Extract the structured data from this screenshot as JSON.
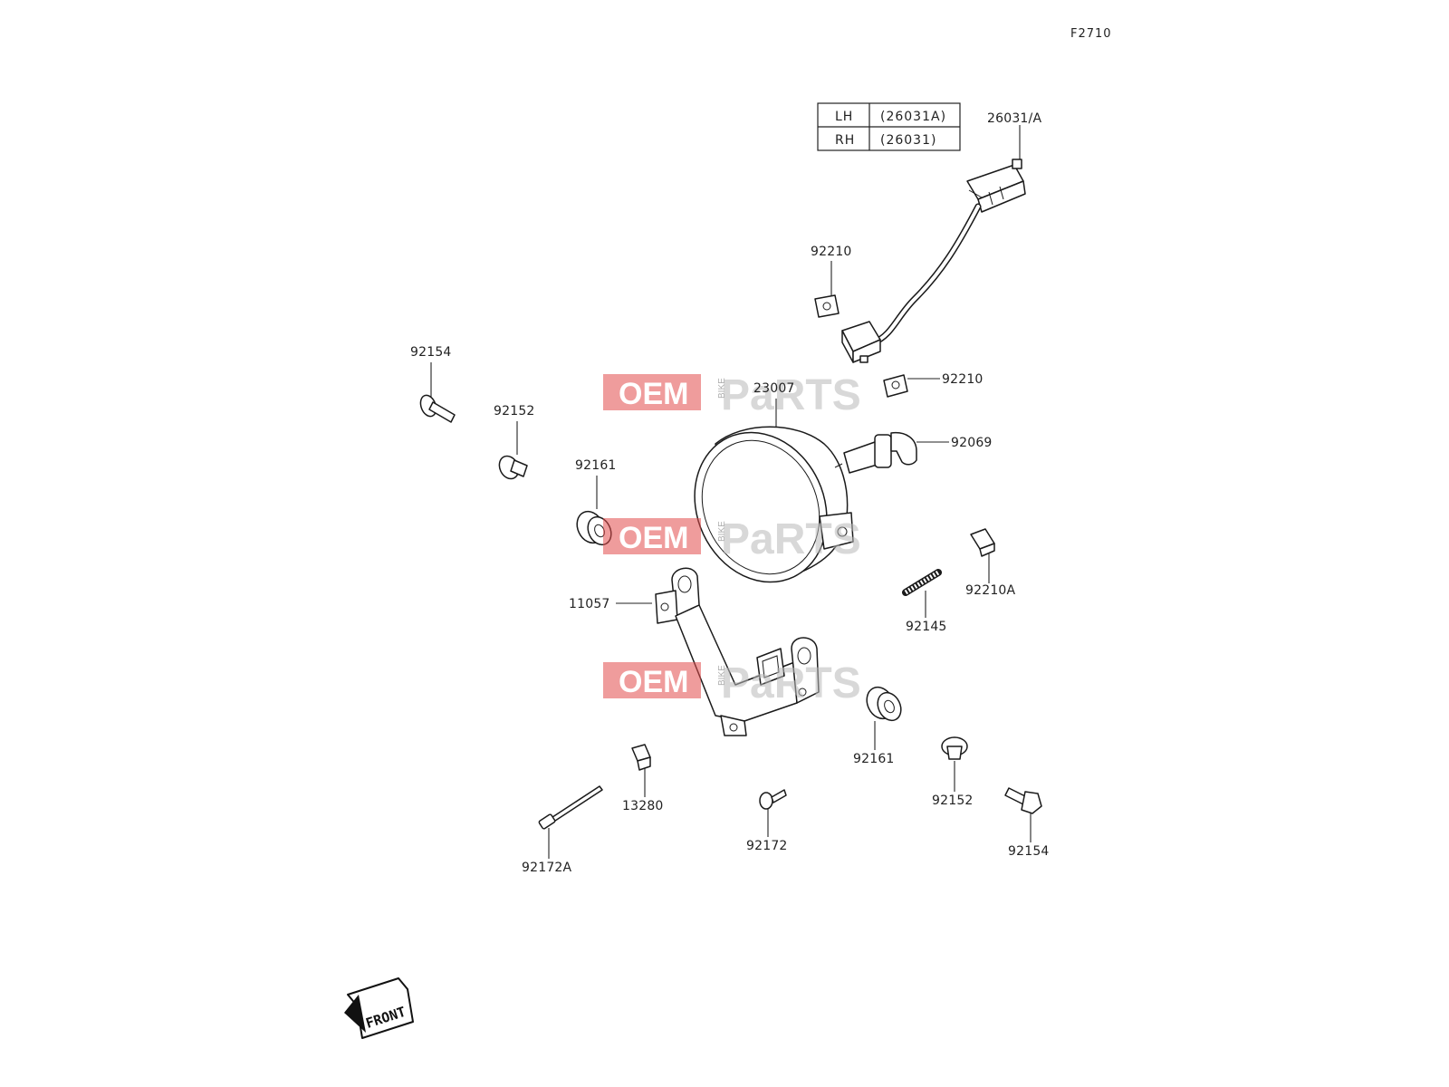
{
  "figure_id": "F2710",
  "table": {
    "rows": [
      {
        "side": "LH",
        "code": "(26031A)"
      },
      {
        "side": "RH",
        "code": "(26031)"
      }
    ]
  },
  "labels": {
    "harness": "26031/A",
    "clip_upper": "92210",
    "clip_mid": "92210",
    "lamp": "23007",
    "bulb": "92069",
    "bolt_left": "92154",
    "collar_left": "92152",
    "grommet_upper": "92161",
    "bracket": "11057",
    "clip_a": "92210A",
    "spring": "92145",
    "grommet_lower": "92161",
    "collar_right": "92152",
    "bolt_right": "92154",
    "nut": "13280",
    "screw_long": "92172A",
    "screw_short": "92172"
  },
  "watermark": {
    "red_text": "OEM",
    "small_text": "BIKE",
    "gray_text": "PaRTS"
  },
  "front_arrow": {
    "text": "FRONT"
  }
}
